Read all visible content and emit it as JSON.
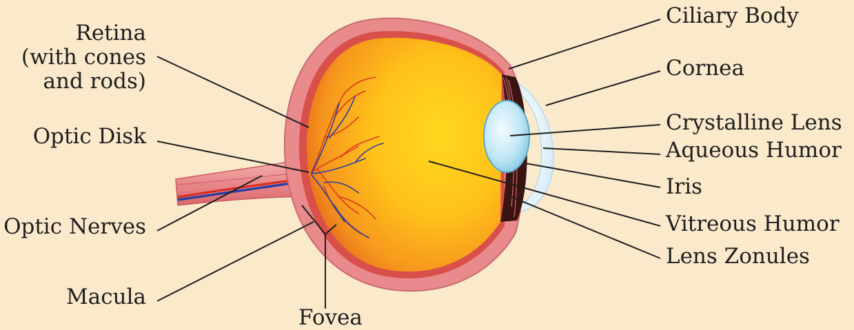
{
  "colors": {
    "background": "#fbe9cc",
    "sclera": "#e98a8c",
    "vitreous_center": "#ffd21f",
    "vitreous_edge": "#e8731a",
    "lens": "#bfe6f5",
    "vessels_red": "#d93a1e",
    "vessels_blue": "#2a3f9e",
    "leader_line": "#1e1e1e"
  },
  "labels": {
    "retina": "Retina\n(with cones\nand rods)",
    "optic_disk": "Optic Disk",
    "optic_nerves": "Optic Nerves",
    "macula": "Macula",
    "fovea": "Fovea",
    "ciliary_body": "Ciliary Body",
    "cornea": "Cornea",
    "crystalline_lens": "Crystalline Lens",
    "aqueous_humor": "Aqueous Humor",
    "iris": "Iris",
    "vitreous_humor": "Vitreous Humor",
    "lens_zonules": "Lens Zonules"
  }
}
